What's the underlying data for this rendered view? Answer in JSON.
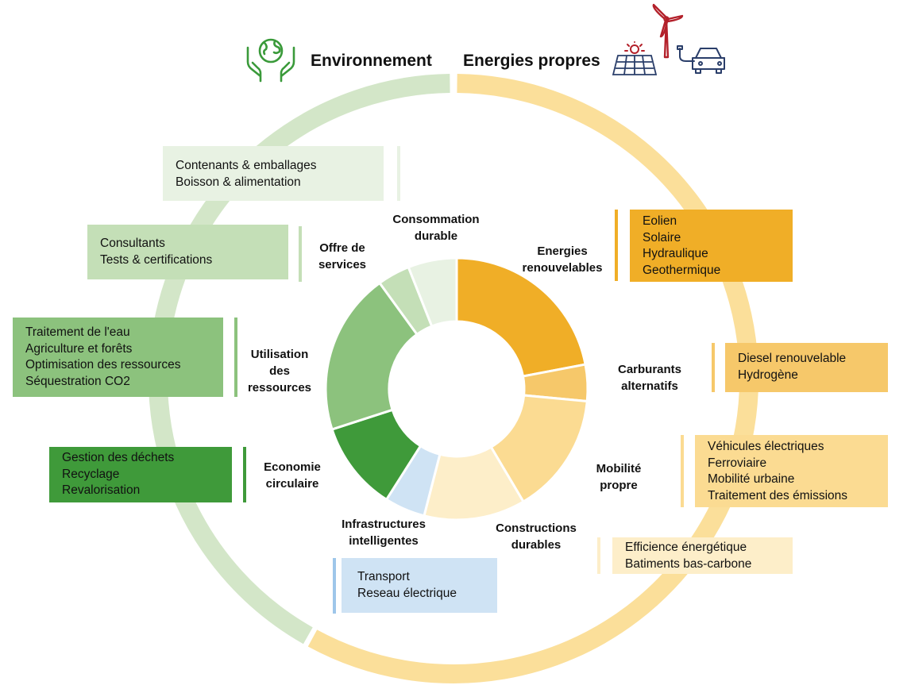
{
  "headers": {
    "environment": "Environnement",
    "clean_energy": "Energies propres"
  },
  "colors": {
    "env_ring": "#d3e6c8",
    "energy_ring": "#fbdf9a",
    "env_icon": "#3a9a3a",
    "energy_icon": "#b3202a",
    "renouvelables": "#f0ae27",
    "carburants": "#f6c86a",
    "mobilite": "#fbdb92",
    "constructions": "#fdeec9",
    "infrastructures": "#cfe3f4",
    "economie": "#3f9a3a",
    "ressources": "#8cc27d",
    "services": "#c4dfb7",
    "consommation": "#e8f2e3"
  },
  "segments": [
    {
      "id": "renouvelables",
      "label": [
        "Energies",
        "renouvelables"
      ],
      "share": 22
    },
    {
      "id": "carburants",
      "label": [
        "Carburants",
        "alternatifs"
      ],
      "share": 4.5
    },
    {
      "id": "mobilite",
      "label": [
        "Mobilité",
        "propre"
      ],
      "share": 15
    },
    {
      "id": "constructions",
      "label": [
        "Constructions",
        "durables"
      ],
      "share": 12.5
    },
    {
      "id": "infrastructures",
      "label": [
        "Infrastructures",
        "intelligentes"
      ],
      "share": 5
    },
    {
      "id": "economie",
      "label": [
        "Economie",
        "circulaire"
      ],
      "share": 11
    },
    {
      "id": "ressources",
      "label": [
        "Utilisation",
        "des",
        "ressources"
      ],
      "share": 20
    },
    {
      "id": "services",
      "label": [
        "Offre de",
        "services"
      ],
      "share": 4
    },
    {
      "id": "consommation",
      "label": [
        "Consommation",
        "durable"
      ],
      "share": 6
    }
  ],
  "boxes": {
    "renouvelables": [
      "Eolien",
      "Solaire",
      "Hydraulique",
      "Geothermique"
    ],
    "carburants": [
      "Diesel renouvelable",
      "Hydrogène"
    ],
    "mobilite": [
      "Véhicules électriques",
      "Ferroviaire",
      "Mobilité urbaine",
      "Traitement des émissions"
    ],
    "constructions": [
      "Efficience énergétique",
      "Batiments bas-carbone"
    ],
    "infrastructures": [
      "Transport",
      "Reseau électrique"
    ],
    "economie": [
      "Gestion des déchets",
      "Recyclage",
      "Revalorisation"
    ],
    "ressources": [
      "Traitement de l'eau",
      "Agriculture et forêts",
      "Optimisation des ressources",
      "Séquestration CO2"
    ],
    "services": [
      "Consultants",
      "Tests & certifications"
    ],
    "consommation": [
      "Contenants & emballages",
      "Boisson & alimentation"
    ]
  },
  "icons": [
    "hands-globe-icon",
    "solar-panel-icon",
    "wind-turbine-icon",
    "electric-car-icon"
  ]
}
